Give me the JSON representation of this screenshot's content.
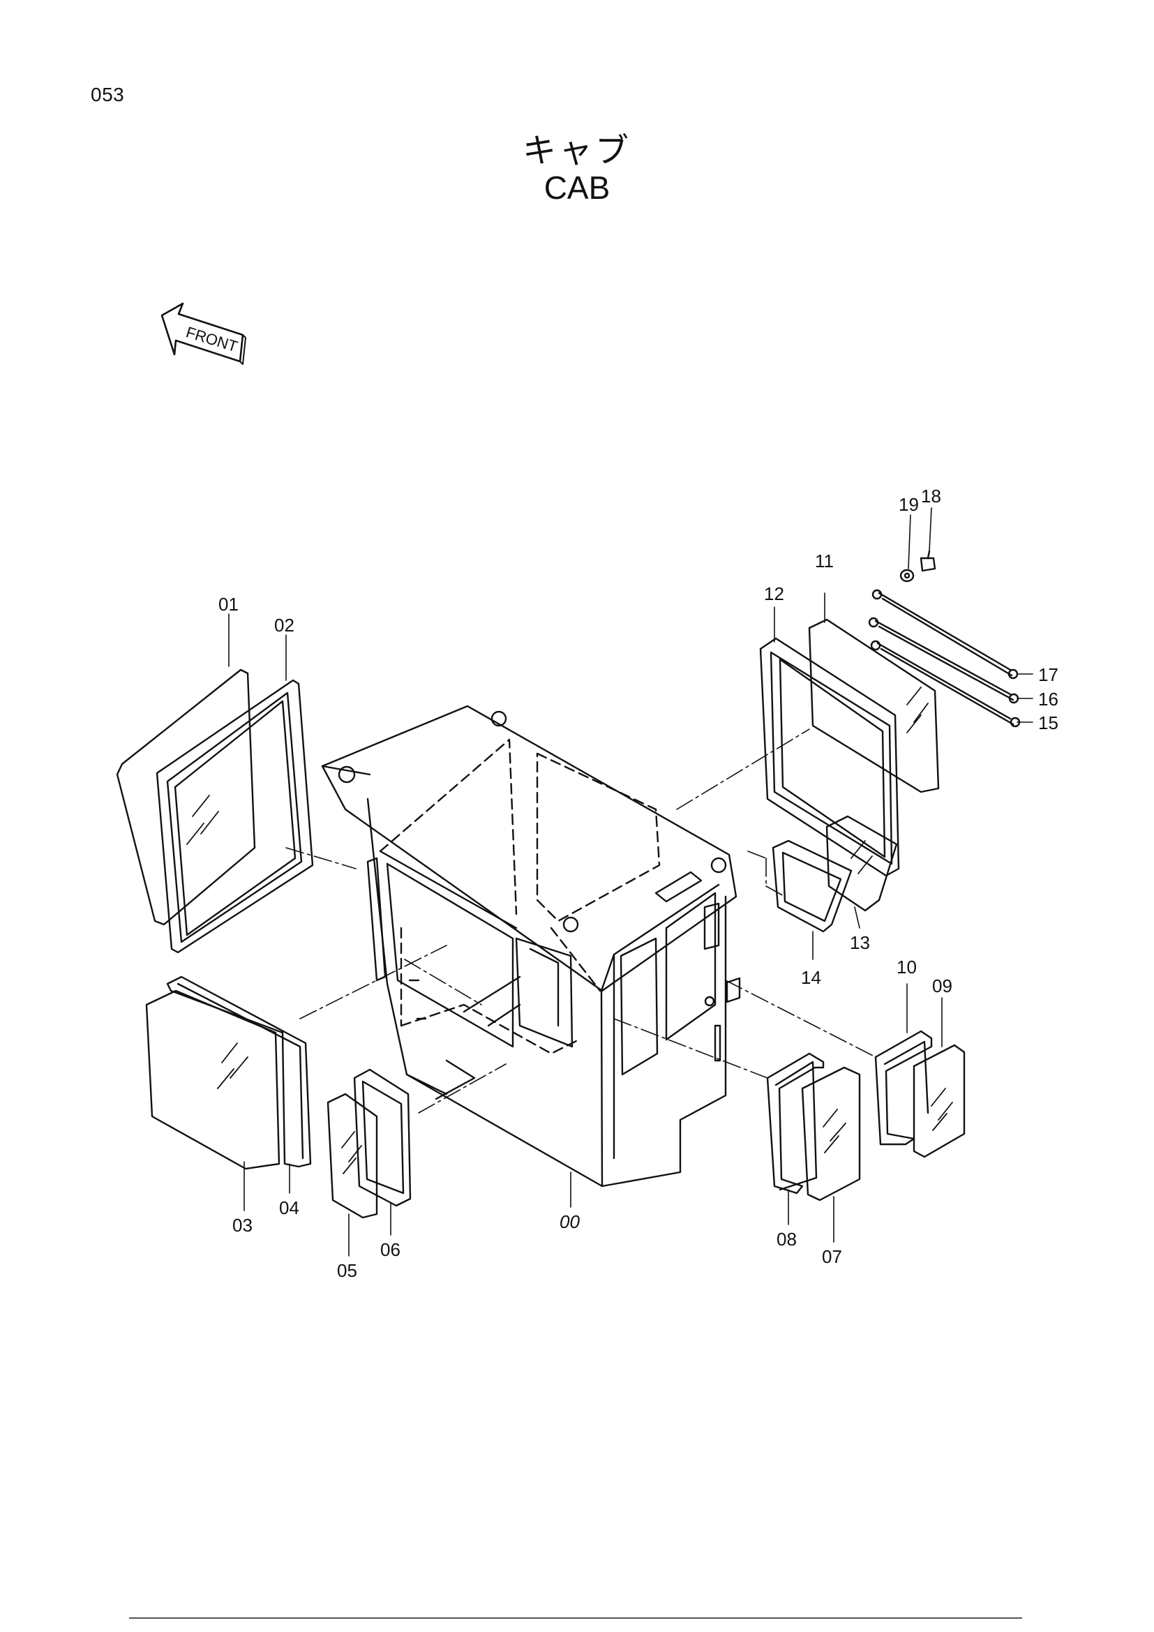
{
  "page": {
    "number": "053",
    "title_jp": "キャブ",
    "title_en": "CAB"
  },
  "front_indicator": "FRONT",
  "callouts": {
    "c00": "00",
    "c01": "01",
    "c02": "02",
    "c03": "03",
    "c04": "04",
    "c05": "05",
    "c06": "06",
    "c07": "07",
    "c08": "08",
    "c09": "09",
    "c10": "10",
    "c11": "11",
    "c12": "12",
    "c13": "13",
    "c14": "14",
    "c15": "15",
    "c16": "16",
    "c17": "17",
    "c18": "18",
    "c19": "19"
  }
}
